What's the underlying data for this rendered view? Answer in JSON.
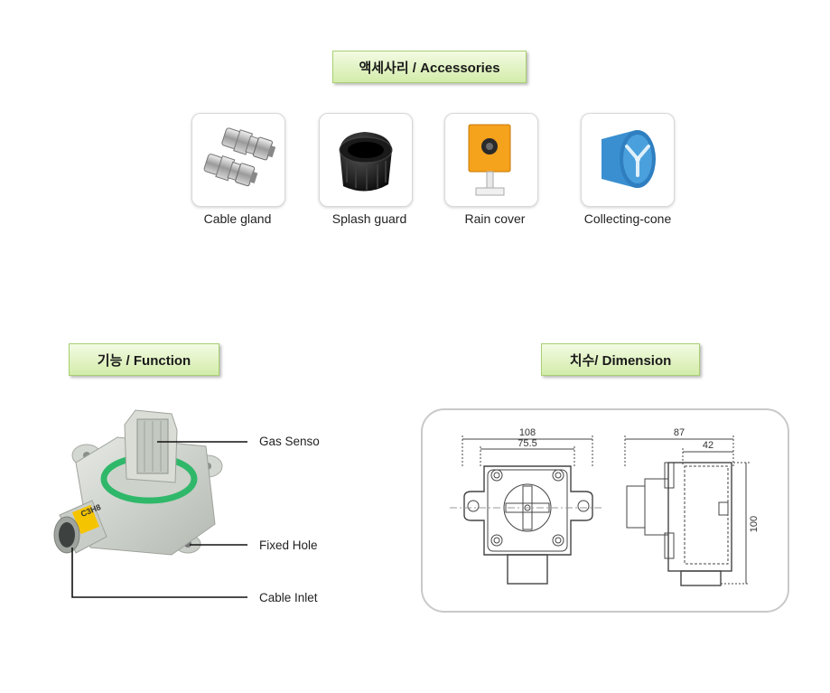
{
  "sections": {
    "accessories": "액세사리  / Accessories",
    "function": "기능  / Function",
    "dimension": "치수/ Dimension"
  },
  "accessories": [
    {
      "label": "Cable gland",
      "icon": "cable-gland-image"
    },
    {
      "label": "Splash guard",
      "icon": "splash-guard-image"
    },
    {
      "label": "Rain cover",
      "icon": "rain-cover-image"
    },
    {
      "label": "Collecting-cone",
      "icon": "collecting-cone-image"
    }
  ],
  "function": {
    "callouts": [
      "Gas Senso",
      "Fixed Hole",
      "Cable Inlet"
    ],
    "device_label": "C3H8"
  },
  "dimension": {
    "width_outer": "108",
    "width_inner": "75.5",
    "depth_outer": "87",
    "depth_inner": "42",
    "height": "100"
  },
  "colors": {
    "tag_green": "#d3ecaa",
    "rain_cover_yellow": "#f5a21c",
    "cone_blue": "#3a8fd0",
    "device_green_ring": "#2fb86a"
  }
}
